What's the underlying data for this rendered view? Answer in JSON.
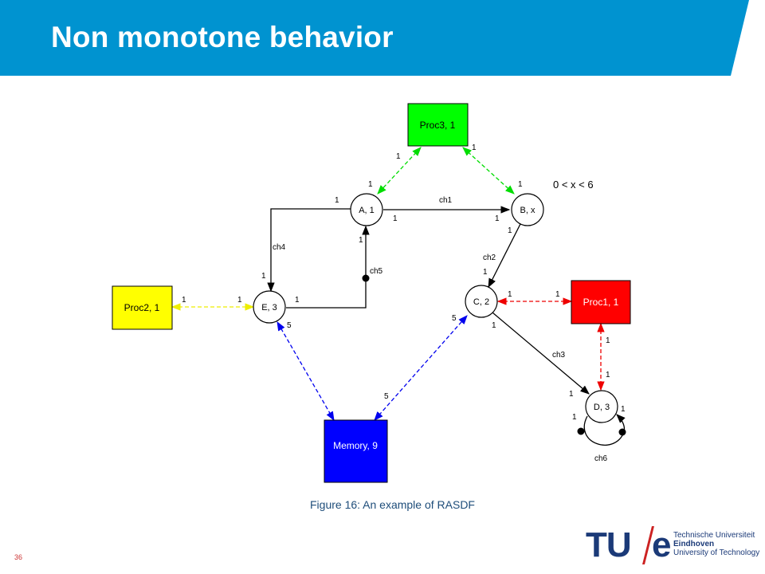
{
  "slide": {
    "title": "Non monotone behavior",
    "caption": "Figure 16: An example of RASDF",
    "slide_number": "36",
    "header_color": "#0093d0"
  },
  "logo": {
    "mark": "TU/e",
    "mark_left": "TU",
    "mark_right": "e",
    "line1": "Technische Universiteit",
    "line2": "Eindhoven",
    "line3": "University of Technology"
  },
  "diagram": {
    "constraint": "0 < x < 6",
    "actors": {
      "A": "A, 1",
      "B": "B, x",
      "C": "C, 2",
      "D": "D, 3",
      "E": "E, 3"
    },
    "resources": {
      "proc1": {
        "label": "Proc1, 1",
        "color": "#ff0000",
        "text_color": "#ffffff"
      },
      "proc2": {
        "label": "Proc2, 1",
        "color": "#ffff00",
        "text_color": "#000000"
      },
      "proc3": {
        "label": "Proc3, 1",
        "color": "#00ff00",
        "text_color": "#000000"
      },
      "memory": {
        "label": "Memory, 9",
        "color": "#0000ff",
        "text_color": "#ffffff"
      }
    },
    "channels": {
      "ch1": "ch1",
      "ch2": "ch2",
      "ch3": "ch3",
      "ch4": "ch4",
      "ch5": "ch5",
      "ch6": "ch6"
    },
    "rates": {
      "ch1_src": "1",
      "ch1_dst": "1",
      "ch2_src": "1",
      "ch2_dst": "1",
      "ch3_src": "1",
      "ch3_dst": "1",
      "ch4_src": "1",
      "ch4_dst": "1",
      "ch5_src": "1",
      "ch5_dst": "1",
      "ch6_src": "1",
      "ch6_dst": "1",
      "proc3_a_res": "1",
      "proc3_a_act": "1",
      "proc3_b_res": "1",
      "proc3_b_act": "1",
      "proc2_res": "1",
      "proc2_act": "1",
      "proc1_c_res": "1",
      "proc1_c_act": "1",
      "proc1_d_res": "1",
      "proc1_d_act": "1",
      "mem_e_act": "5",
      "mem_c_act": "5",
      "mem_res": "5"
    },
    "edge_colors": {
      "channel": "#000000",
      "proc3": "#00dd00",
      "proc2": "#eeee00",
      "proc1": "#ee0000",
      "memory": "#0000ee"
    }
  }
}
